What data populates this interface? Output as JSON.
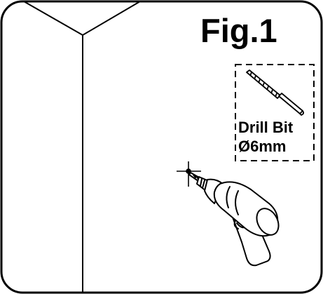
{
  "figure": {
    "label": "Fig.1"
  },
  "drill_bit": {
    "name": "Drill Bit",
    "size": "Ø6mm"
  },
  "colors": {
    "ink": "#000000",
    "paper": "#ffffff"
  },
  "icons": [
    "wall-corner-illustration",
    "drill-bit-icon",
    "power-drill-icon",
    "drill-target-mark-icon"
  ]
}
